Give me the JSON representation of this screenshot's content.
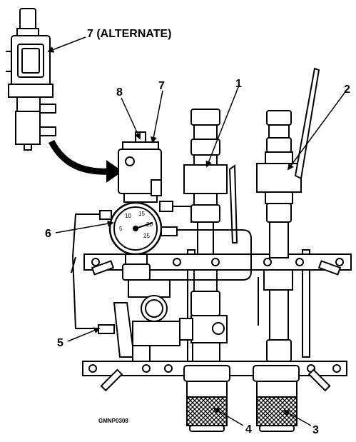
{
  "callouts": {
    "c1": "1",
    "c2": "2",
    "c3": "3",
    "c4": "4",
    "c5": "5",
    "c6": "6",
    "c7": "7",
    "c7alt": "7 (ALTERNATE)",
    "c8": "8"
  },
  "gauge": {
    "ticks": [
      "5",
      "10",
      "15",
      "20",
      "25"
    ]
  },
  "figure_id": "GMNP0308"
}
